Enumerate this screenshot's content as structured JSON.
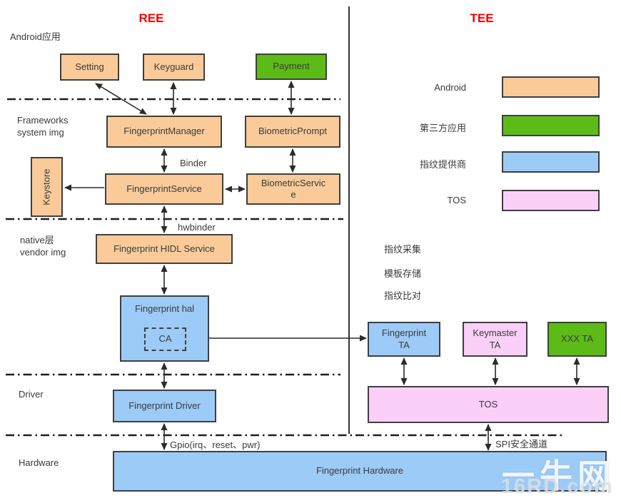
{
  "titles": {
    "ree": "REE",
    "tee": "TEE"
  },
  "ree": {
    "section_labels": {
      "apps": "Android应用",
      "frameworks": "Frameworks\nsystem img",
      "native": "native层\nvendor img",
      "driver": "Driver",
      "hardware": "Hardware"
    },
    "boxes": {
      "setting": "Setting",
      "keyguard": "Keyguard",
      "payment": "Payment",
      "fingerprint_manager": "FingerprintManager",
      "biometric_prompt": "BiometricPrompt",
      "keystore": "Keystore",
      "fingerprint_service": "FingerprintService",
      "biometric_service": "BiometricServic\ne",
      "hidl_service": "Fingerprint HIDL Service",
      "fingerprint_hal": "Fingerprint hal",
      "ca": "CA",
      "fingerprint_driver": "Fingerprint Driver",
      "fingerprint_hardware": "Fingerprint Hardware"
    },
    "edge_labels": {
      "binder": "Binder",
      "hwbinder": "hwbinder",
      "gpio": "Gpio(irq、reset、pwr)"
    }
  },
  "tee": {
    "legend": [
      {
        "label": "Android",
        "color": "#FACB99"
      },
      {
        "label": "第三方应用",
        "color": "#5CBB17"
      },
      {
        "label": "指纹提供商",
        "color": "#9CCBF7"
      },
      {
        "label": "TOS",
        "color": "#FACFF8"
      }
    ],
    "features": [
      "指纹采集",
      "模板存储",
      "指纹比对"
    ],
    "boxes": {
      "fingerprint_ta": "Fingerprint\nTA",
      "keymaster_ta": "Keymaster\nTA",
      "xxx_ta": "XXX TA",
      "tos": "TOS"
    },
    "edge_labels": {
      "spi": "SPI安全通道"
    }
  },
  "watermark": {
    "line1": "一牛网",
    "line2": "16RD.com"
  },
  "colors": {
    "orange": "#FACB99",
    "green": "#5CBB17",
    "blue": "#9CCBF7",
    "pink": "#FACFF8",
    "title_red": "#F40000",
    "border": "#3F3F3F"
  }
}
